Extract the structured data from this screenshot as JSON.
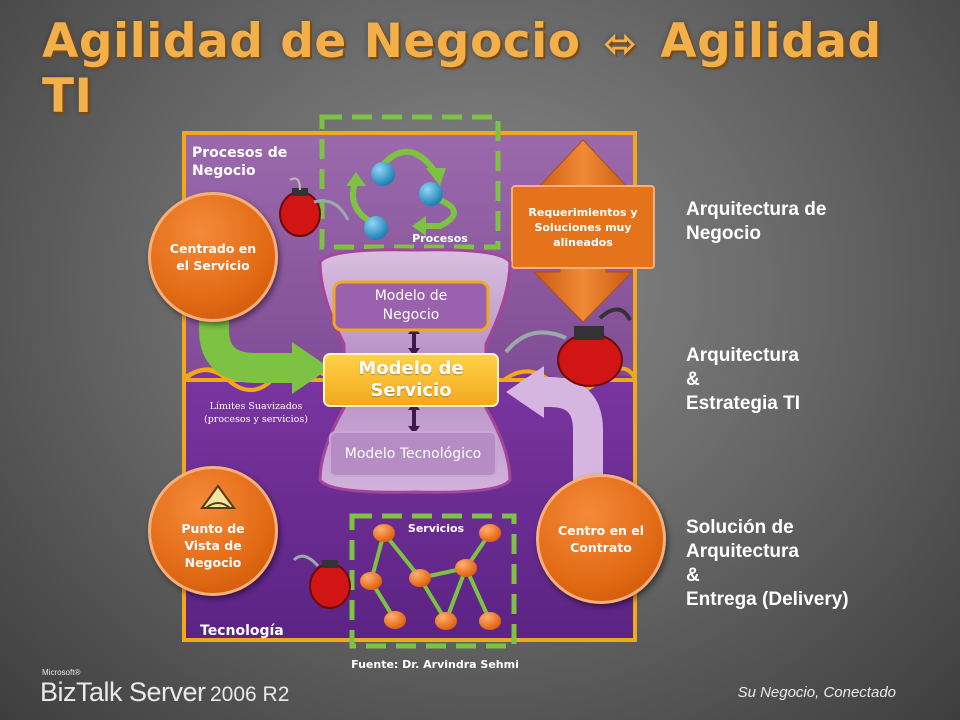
{
  "title": {
    "left": "Agilidad de Negocio",
    "arrow": "⬄",
    "right": "Agilidad TI"
  },
  "diagram": {
    "business_area_label": "Procesos de\nNegocio",
    "technology_area_label": "Tecnología",
    "processes_label": "Procesos",
    "services_label": "Servicios",
    "requirements_label": "Requerimientos y Soluciones muy alineados",
    "service_centered_label": "Centrado en el Servicio",
    "business_viewpoint_label": "Punto de Vista de Negocio",
    "contract_centered_label": "Centro en el Contrato",
    "business_model_label": "Modelo de Negocio",
    "service_model_label": "Modelo de Servicio",
    "tech_model_label": "Modelo Tecnológico",
    "soft_limits_label": "Límites Suavizados\n(procesos y servicios)",
    "source_label": "Fuente:  Dr. Arvindra Sehmi"
  },
  "architecture_levels": {
    "business": "Arquitectura de\nNegocio",
    "it": "Arquitectura\n&\nEstrategia TI",
    "solution": "Solución de\nArquitectura\n&\nEntrega (Delivery)"
  },
  "footer": {
    "brand_small": "Microsoft®",
    "brand_product": "BizTalk Server",
    "brand_version": "2006 R2",
    "tagline": "Su Negocio, Conectado"
  },
  "colors": {
    "title": "#f3b04a",
    "business_area": "#8b579d",
    "technology_area": "#6a2a8f",
    "orange": "#e4731c",
    "green": "#7dc242",
    "gold_border": "#f2a81d"
  }
}
